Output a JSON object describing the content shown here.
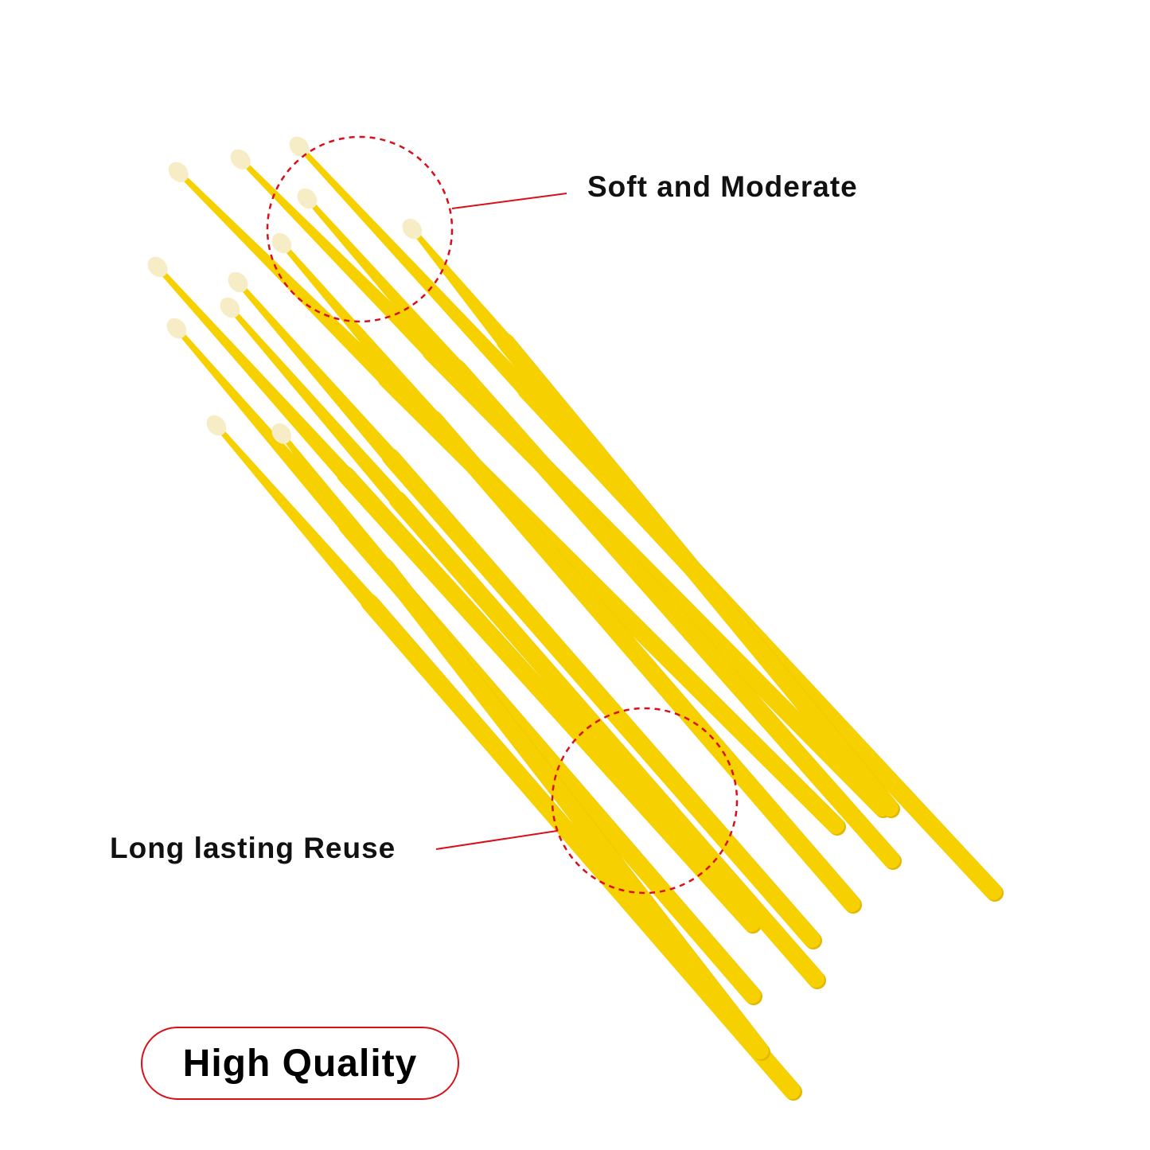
{
  "callouts": {
    "top_label": "Soft and Moderate",
    "bottom_label": "Long lasting Reuse"
  },
  "badge": {
    "label": "High Quality"
  },
  "product": {
    "item_name": "micro applicator brush",
    "brush_count": 12,
    "handle_color": "#f7d000",
    "handle_shade_color": "#e2b800",
    "tip_color": "#f6ecc6",
    "accent_color": "#d9101a"
  }
}
